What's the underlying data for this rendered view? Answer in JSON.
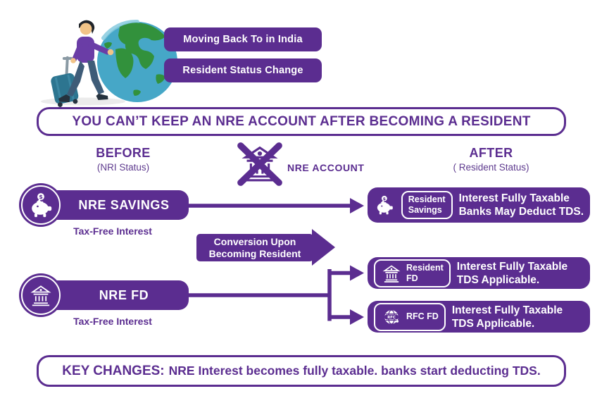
{
  "colors": {
    "accent_purple": "#5b2d90",
    "white": "#ffffff",
    "globe_ocean": "#46a7c7",
    "globe_land": "#32913c",
    "person_shirt": "#6a3da6",
    "person_pants": "#3e5c78",
    "suitcase_teal": "#2d7590"
  },
  "header": {
    "ribbon1": "Moving Back To in India",
    "ribbon2": "Resident Status Change"
  },
  "title": "YOU CAN’T KEEP AN NRE ACCOUNT AFTER BECOMING A RESIDENT",
  "columns": {
    "before": {
      "label": "BEFORE",
      "sublabel": "(NRI Status)"
    },
    "center_label": "NRE ACCOUNT",
    "after": {
      "label": "AFTER",
      "sublabel": "( Resident Status)"
    }
  },
  "before_items": [
    {
      "label": "NRE SAVINGS",
      "note": "Tax-Free Interest",
      "icon": "piggy-bank-icon"
    },
    {
      "label": "NRE FD",
      "note": "Tax-Free Interest",
      "icon": "bank-icon"
    }
  ],
  "conversion": {
    "line1": "Conversion Upon",
    "line2": "Becoming Resident"
  },
  "after_items": [
    {
      "icon": "piggy-bank-icon",
      "tag_line1": "Resident",
      "tag_line2": "Savings",
      "text_line1": "Interest Fully Taxable",
      "text_line2": "Banks May Deduct TDS."
    },
    {
      "icon": "bank-icon",
      "tag_line1": "Resident",
      "tag_line2": "FD",
      "text_line1": "Interest Fully Taxable",
      "text_line2": "TDS Applicable."
    },
    {
      "icon": "rfc-globe-icon",
      "tag_line1": "RFC FD",
      "text_line1": "Interest Fully Taxable",
      "text_line2": "TDS Applicable."
    }
  ],
  "footer": {
    "prefix": "KEY CHANGES:",
    "text": "NRE Interest becomes fully taxable. banks start deducting TDS."
  }
}
